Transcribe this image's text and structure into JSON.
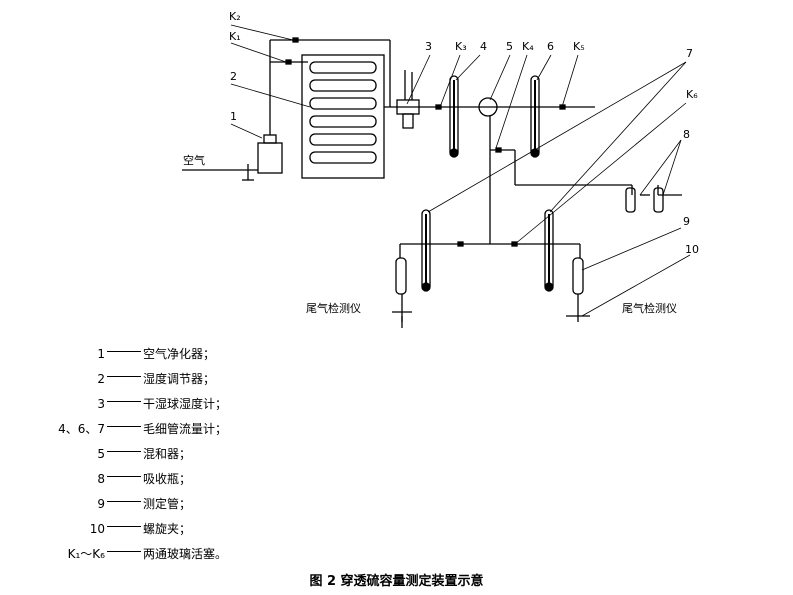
{
  "diagram": {
    "labels": {
      "K2": "K₂",
      "K1": "K₁",
      "K3": "K₃",
      "K4": "K₄",
      "K5": "K₅",
      "K6": "K₆",
      "n1": "1",
      "n2": "2",
      "n3": "3",
      "n4": "4",
      "n5": "5",
      "n6": "6",
      "n7": "7",
      "n8": "8",
      "n9": "9",
      "n10": "10",
      "air": "空气",
      "tail_left": "尾气检测仪",
      "tail_right": "尾气检测仪"
    }
  },
  "legend": [
    {
      "num": "1",
      "text": "空气净化器；"
    },
    {
      "num": "2",
      "text": "湿度调节器；"
    },
    {
      "num": "3",
      "text": "干湿球湿度计；"
    },
    {
      "num": "4、6、7",
      "text": "毛细管流量计；"
    },
    {
      "num": "5",
      "text": "混和器；"
    },
    {
      "num": "8",
      "text": "吸收瓶；"
    },
    {
      "num": "9",
      "text": "测定管；"
    },
    {
      "num": "10",
      "text": "螺旋夹；"
    },
    {
      "num": "K₁～K₆",
      "text": "两通玻璃活塞。"
    }
  ],
  "caption": "图 2   穿透硫容量测定装置示意"
}
